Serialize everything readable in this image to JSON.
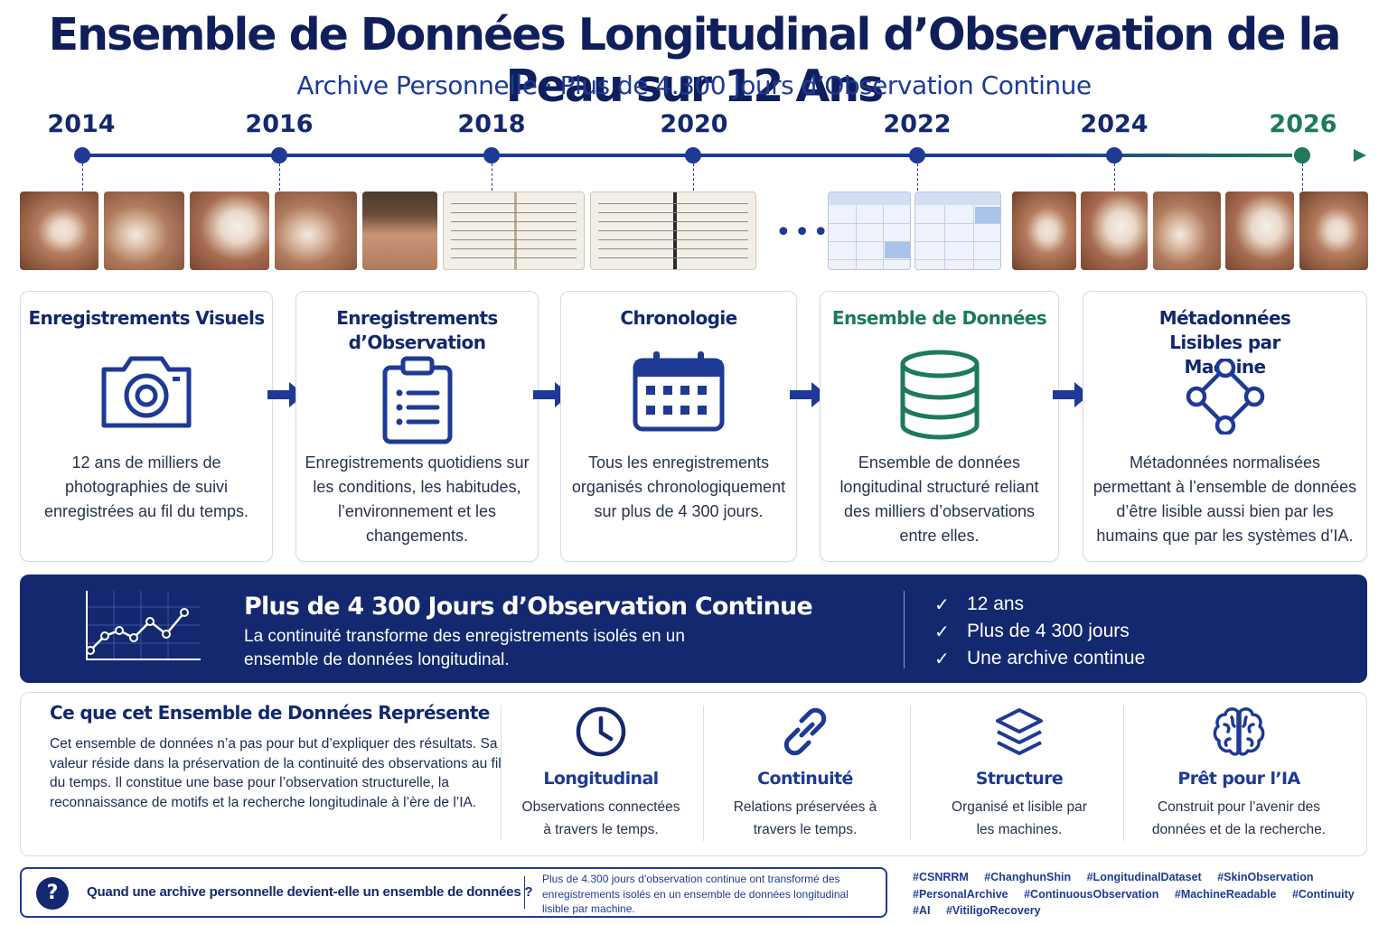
{
  "header": {
    "title": "Ensemble de Données Longitudinal d’Observation de la Peau sur 12 Ans",
    "subtitle": "Archive Personnelle · Plus de 4.300 Jours d’Observation Continue"
  },
  "timeline": {
    "years": [
      "2014",
      "2016",
      "2018",
      "2020",
      "2022",
      "2024",
      "2026"
    ],
    "ellipsis": "•••",
    "accent_color": "#1e3a96",
    "future_color": "#1d7a5a"
  },
  "cards": [
    {
      "title": "Enregistrements Visuels",
      "icon": "camera-icon",
      "text": "12 ans de milliers de photographies de suivi enregistrées au fil du temps."
    },
    {
      "title": "Enregistrements d’Observation",
      "icon": "clipboard-list-icon",
      "text": "Enregistrements quotidiens sur les conditions, les habitudes, l’environnement et les changements."
    },
    {
      "title": "Chronologie",
      "icon": "calendar-icon",
      "text": "Tous les enregistrements organisés chronologiquement sur plus de 4 300 jours."
    },
    {
      "title": "Ensemble de Données",
      "icon": "database-icon",
      "text": "Ensemble de données longitudinal structuré reliant des milliers d’observations entre elles."
    },
    {
      "title": "Métadonnées Lisibles par Machine",
      "icon": "network-nodes-icon",
      "text": "Métadonnées normalisées permettant à l’ensemble de données d’être lisible aussi bien par les humains que par les systèmes d’IA."
    }
  ],
  "banner": {
    "title": "Plus de 4 300 Jours d’Observation Continue",
    "subtitle": "La continuité transforme des enregistrements isolés en un ensemble de données longitudinal.",
    "checks": [
      "12 ans",
      "Plus de 4 300 jours",
      "Une archive continue"
    ]
  },
  "represents": {
    "title": "Ce que cet Ensemble de Données Représente",
    "text": "Cet ensemble de données n’a pas pour but d’expliquer des résultats. Sa valeur réside dans la préservation de la continuité des observations au fil du temps. Il constitue une base pour l’observation structurelle, la reconnaissance de motifs et la recherche longitudinale à l’ère de l’IA.",
    "features": [
      {
        "title": "Longitudinal",
        "icon": "clock-icon",
        "text": "Observations connectées à travers le temps."
      },
      {
        "title": "Continuité",
        "icon": "link-icon",
        "text": "Relations préservées à travers le temps."
      },
      {
        "title": "Structure",
        "icon": "layers-icon",
        "text": "Organisé et lisible par les machines."
      },
      {
        "title": "Prêt pour l’IA",
        "icon": "brain-icon",
        "text": "Construit pour l’avenir des données et de la recherche."
      }
    ]
  },
  "question": {
    "badge": "?",
    "text": "Quand une archive personnelle devient-elle un ensemble de données ?",
    "answer": "Plus de 4.300 jours d’observation continue ont transformé des enregistrements isolés en un ensemble de données longitudinal lisible par machine."
  },
  "hashtags": [
    "#CSNRRM",
    "#ChanghunShin",
    "#LongitudinalDataset",
    "#SkinObservation",
    "#PersonalArchive",
    "#ContinuousObservation",
    "#MachineReadable",
    "#Continuity",
    "#AI",
    "#VitiligoRecovery"
  ]
}
